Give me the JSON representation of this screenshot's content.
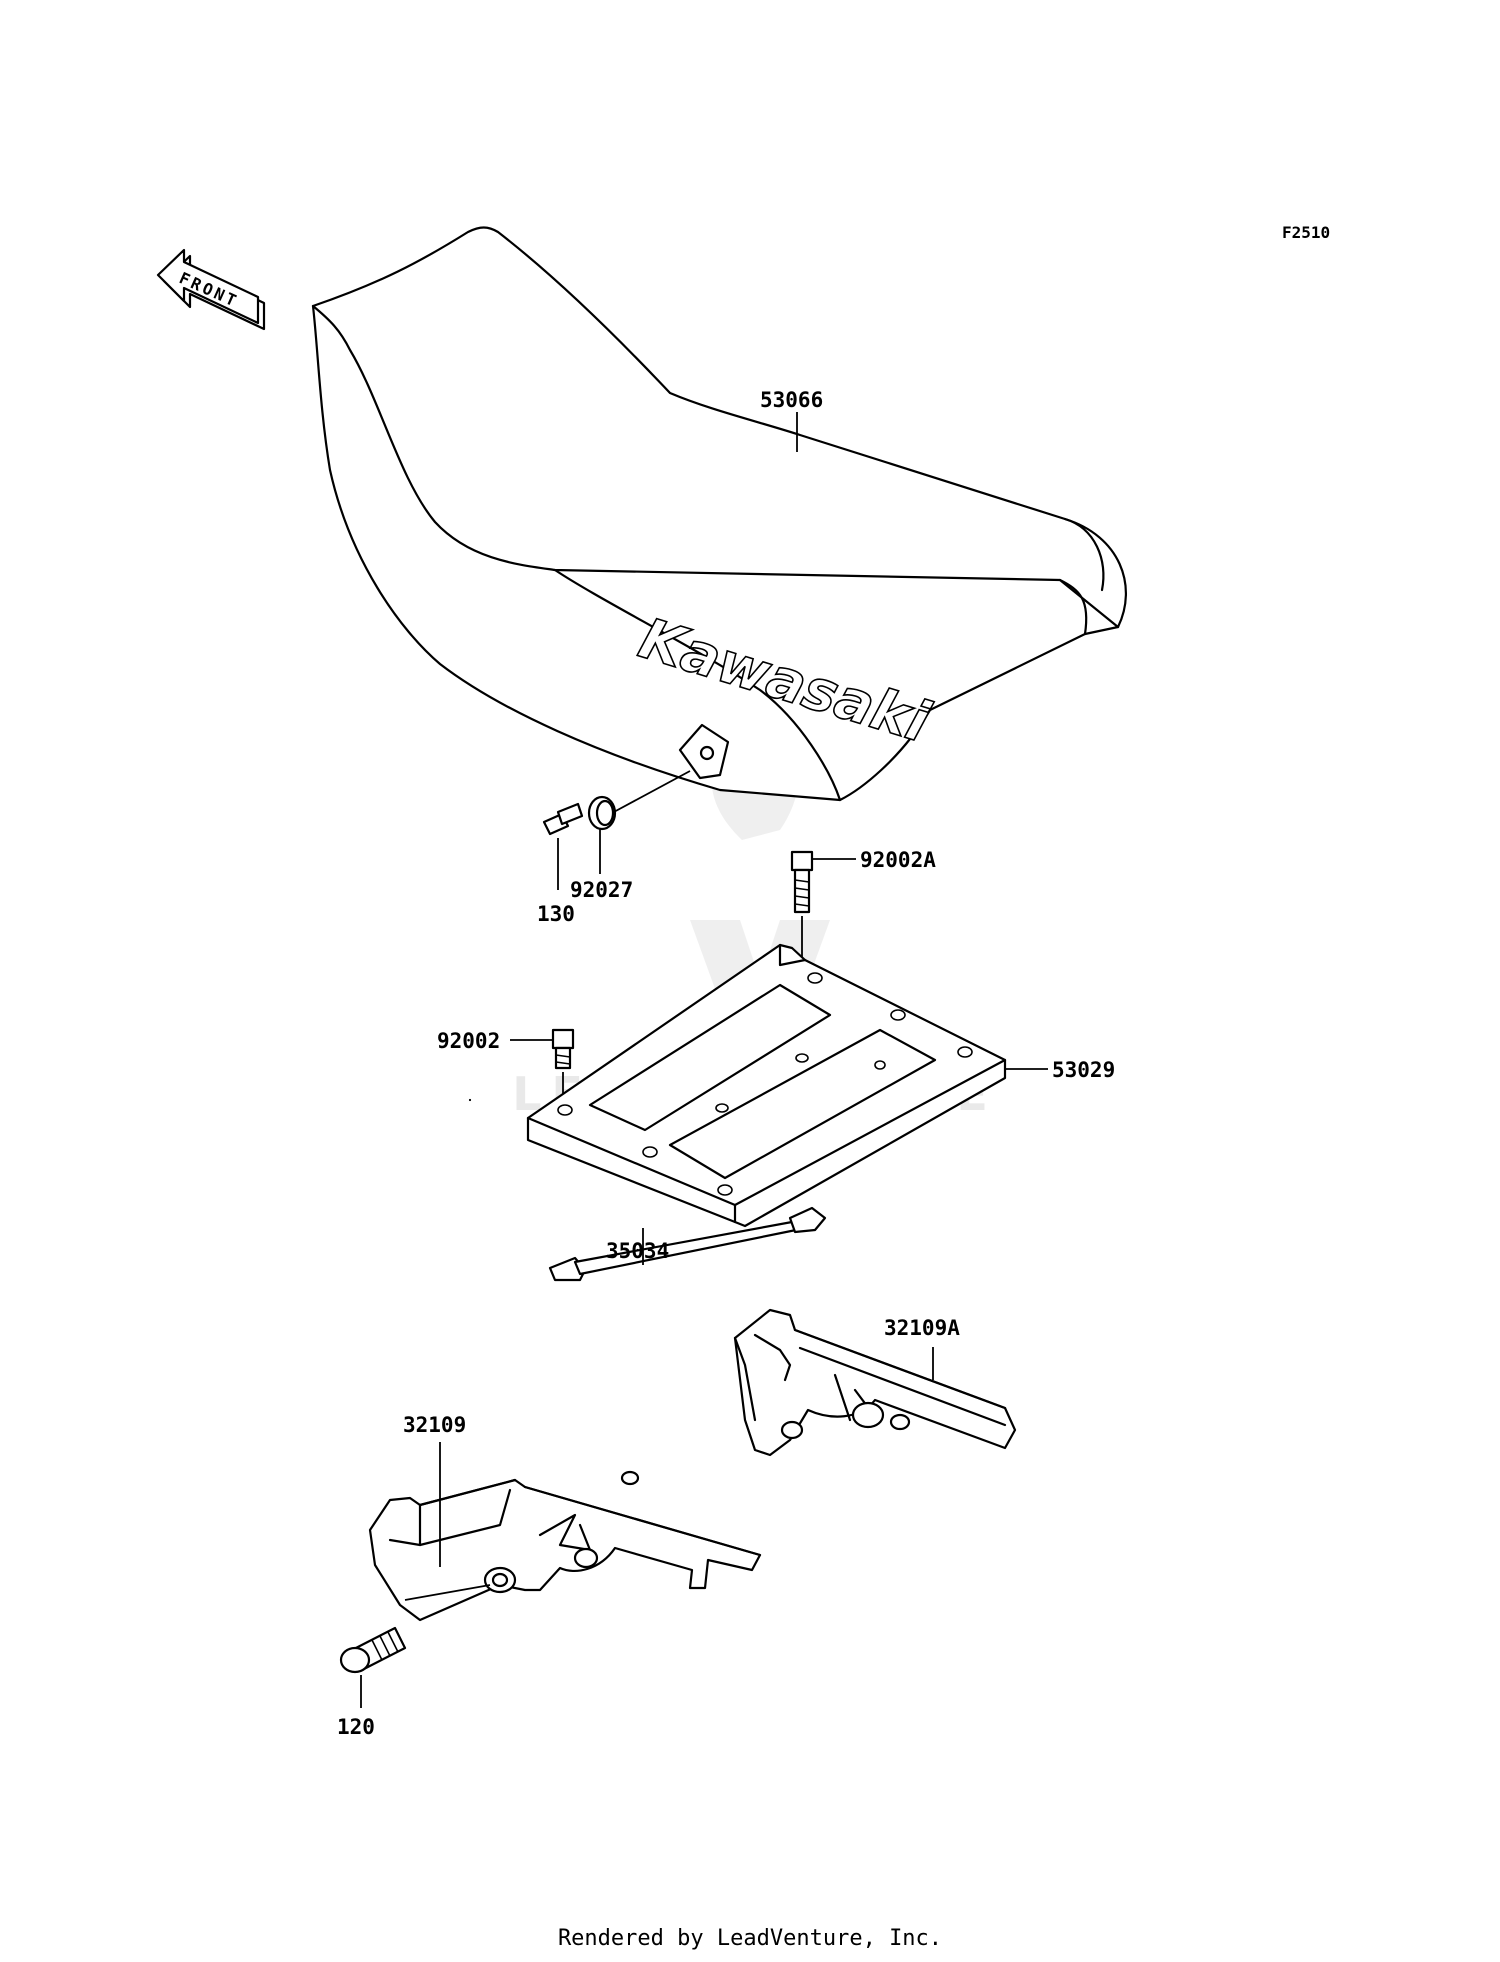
{
  "diagram_code": "F2510",
  "front_arrow_label": "FRONT",
  "seat_brand_text": "Kawasaki",
  "watermark_text": "LEADVENTURE",
  "parts": {
    "seat": "53066",
    "damper": "92027",
    "bolt_130": "130",
    "bolt_92002A": "92002A",
    "bolt_92002": "92002",
    "plate": "53029",
    "strap": "35034",
    "bracket_right": "32109A",
    "bracket_left": "32109",
    "bolt_120": "120"
  },
  "footer": "Rendered by LeadVenture, Inc."
}
